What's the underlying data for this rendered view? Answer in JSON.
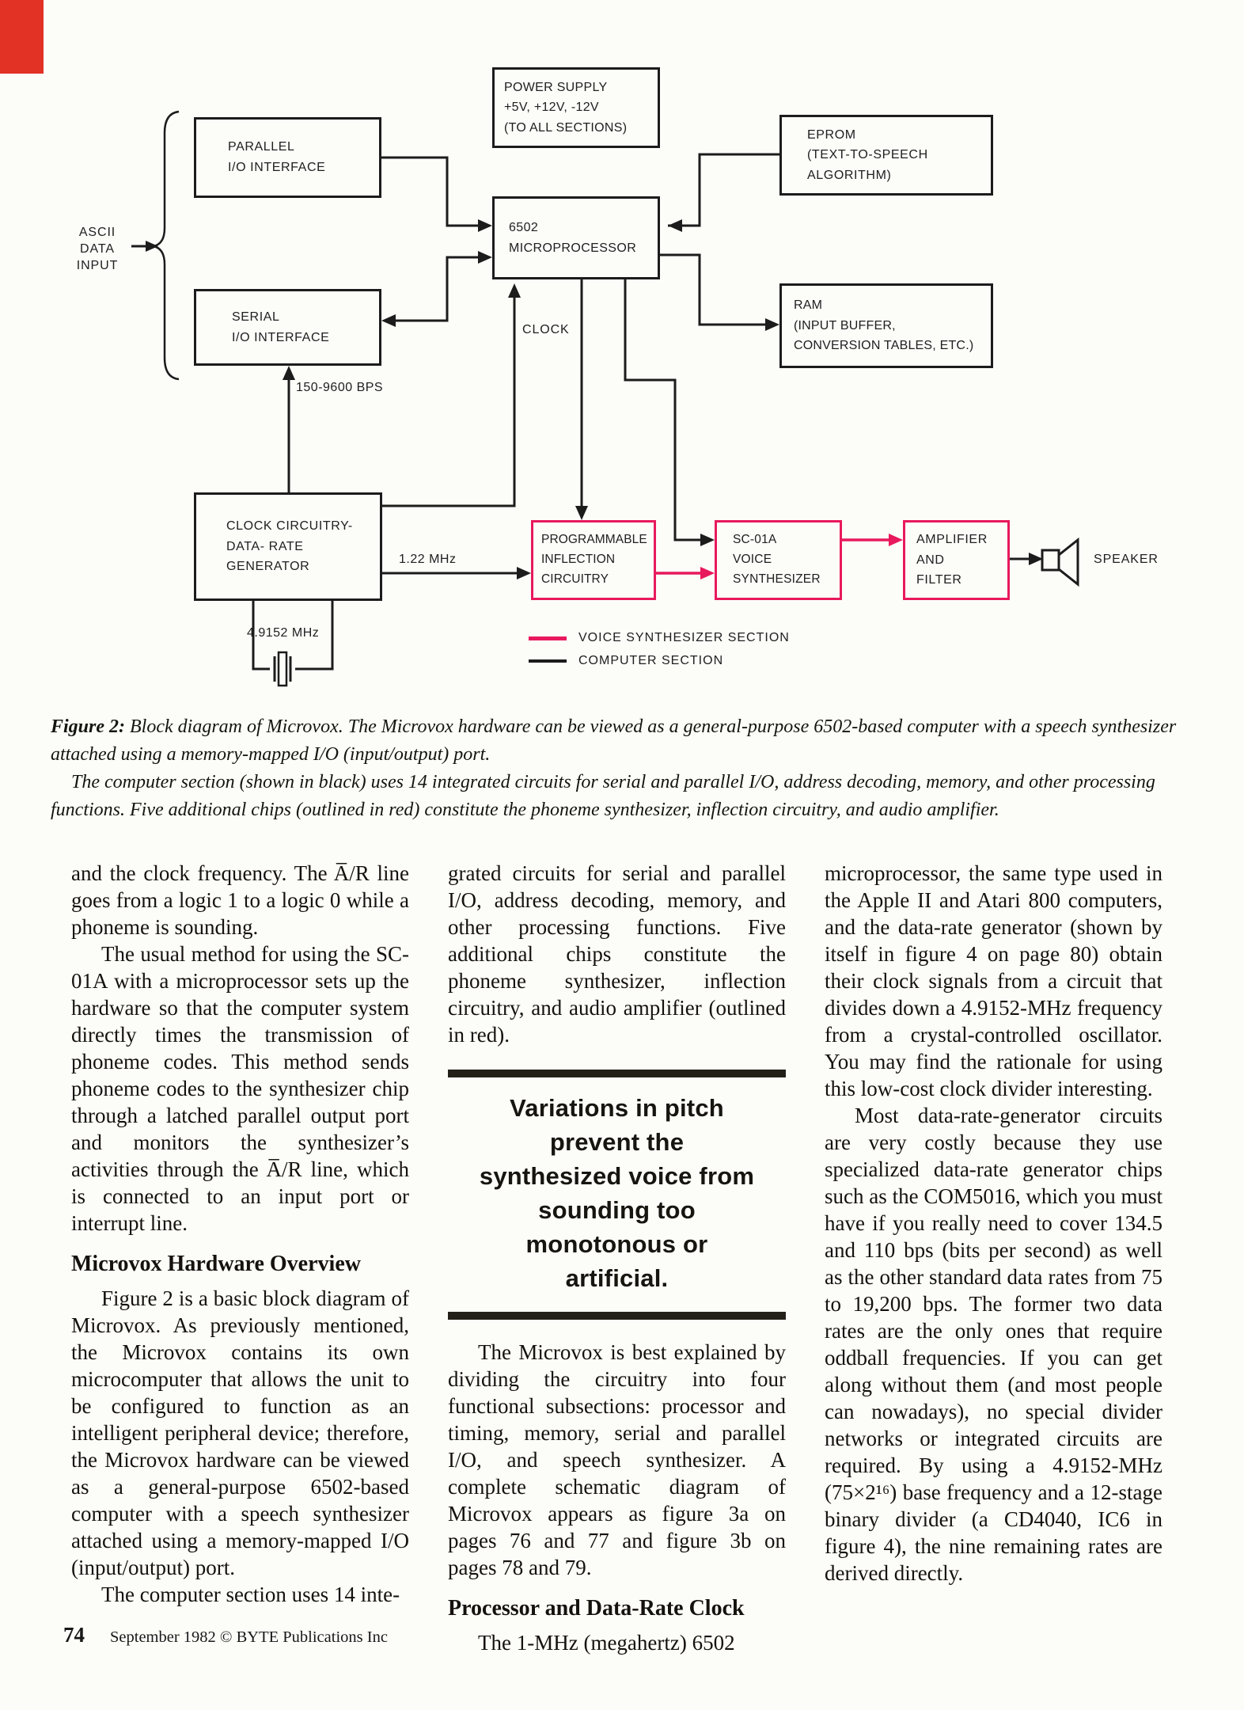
{
  "figure": {
    "colors": {
      "computer": "#1c1c1c",
      "voice": "#e8195c"
    },
    "boxes": {
      "parallel": {
        "label": "PARALLEL\nI/O INTERFACE"
      },
      "power": {
        "label": "POWER SUPPLY\n+5V, +12V, -12V\n(TO ALL SECTIONS)"
      },
      "eprom": {
        "label": "EPROM\n(TEXT-TO-SPEECH\nALGORITHM)"
      },
      "cpu": {
        "label": "6502\nMICROPROCESSOR"
      },
      "serial": {
        "label": "SERIAL\nI/O INTERFACE"
      },
      "ram": {
        "label": "RAM\n(INPUT BUFFER,\nCONVERSION TABLES, ETC.)"
      },
      "clock": {
        "label": "CLOCK CIRCUITRY-\nDATA- RATE\nGENERATOR"
      },
      "inflection": {
        "label": "PROGRAMMABLE\nINFLECTION\nCIRCUITRY"
      },
      "sc01a": {
        "label": "SC-01A\nVOICE\nSYNTHESIZER"
      },
      "amp": {
        "label": "AMPLIFIER\nAND\nFILTER"
      }
    },
    "labels": {
      "ascii_input": "ASCII\nDATA\nINPUT",
      "clock": "CLOCK",
      "bps": "150-9600 BPS",
      "mhz_122": "1.22 MHz",
      "mhz_49152": "4.9152 MHz",
      "speaker": "SPEAKER"
    },
    "legend": {
      "voice": "VOICE SYNTHESIZER SECTION",
      "computer": "COMPUTER SECTION"
    }
  },
  "caption": {
    "label": "Figure 2:",
    "p1": "Block diagram of Microvox. The Microvox hardware can be viewed as a general-purpose 6502-based computer with a speech synthesizer attached using a memory-mapped I/O (input/output) port.",
    "p2": "The computer section (shown in black) uses 14 integrated circuits for serial and parallel I/O, address decoding, memory, and other processing functions. Five additional chips (outlined in red) constitute the phoneme synthesizer, inflection circuitry, and audio amplifier."
  },
  "columns": {
    "col1": {
      "p1": "and the clock frequency. The A̅/R line goes from a logic 1 to a logic 0 while a phoneme is sounding.",
      "p2": "The usual method for using the SC-01A with a microprocessor sets up the hardware so that the computer system directly times the transmission of phoneme codes. This method sends phoneme codes to the synthesizer chip through a latched parallel output port and monitors the synthesizer’s activities through the A̅/R line, which is connected to an input port or interrupt line.",
      "h1": "Microvox Hardware Overview",
      "p3": "Figure 2 is a basic block diagram of Microvox. As previously mentioned, the Microvox contains its own microcomputer that allows the unit to be configured to function as an intelligent peripheral device; therefore, the Microvox hardware can be viewed as a general-purpose 6502-based computer with a speech synthesizer attached using a memory-mapped I/O (input/output) port.",
      "p4": "The computer section uses 14 inte-"
    },
    "col2": {
      "p1": "grated circuits for serial and parallel I/O, address decoding, memory, and other processing functions. Five additional chips constitute the phoneme synthesizer, inflection circuitry, and audio amplifier (outlined in red).",
      "pullquote": "Variations in pitch\nprevent the\nsynthesized voice from\nsounding too\nmonotonous or\nartificial.",
      "p2": "The Microvox is best explained by dividing the circuitry into four functional subsections: processor and timing, memory, serial and parallel I/O, and speech synthesizer. A complete schematic diagram of Microvox appears as figure 3a on pages 76 and 77 and figure 3b on pages 78 and 79.",
      "h1": "Processor and Data-Rate Clock",
      "p3": "The 1-MHz (megahertz) 6502"
    },
    "col3": {
      "p1": "microprocessor, the same type used in the Apple II and Atari 800 computers, and the data-rate generator (shown by itself in figure 4 on page 80) obtain their clock signals from a circuit that divides down a 4.9152-MHz frequency from a crystal-controlled oscillator. You may find the rationale for using this low-cost clock divider interesting.",
      "p2": "Most data-rate-generator circuits are very costly because they use specialized data-rate generator chips such as the COM5016, which you must have if you really need to cover 134.5 and 110 bps (bits per second) as well as the other standard data rates from 75 to 19,200 bps. The former two data rates are the only ones that require oddball frequencies. If you can get along without them (and most people can nowadays), no special divider networks or integrated circuits are required. By using a 4.9152-MHz (75×2¹⁶) base frequency and a 12-stage binary divider (a CD4040, IC6 in figure 4), the nine remaining rates are derived directly."
    }
  },
  "footer": {
    "page_number": "74",
    "text": "September 1982 © BYTE Publications Inc"
  }
}
